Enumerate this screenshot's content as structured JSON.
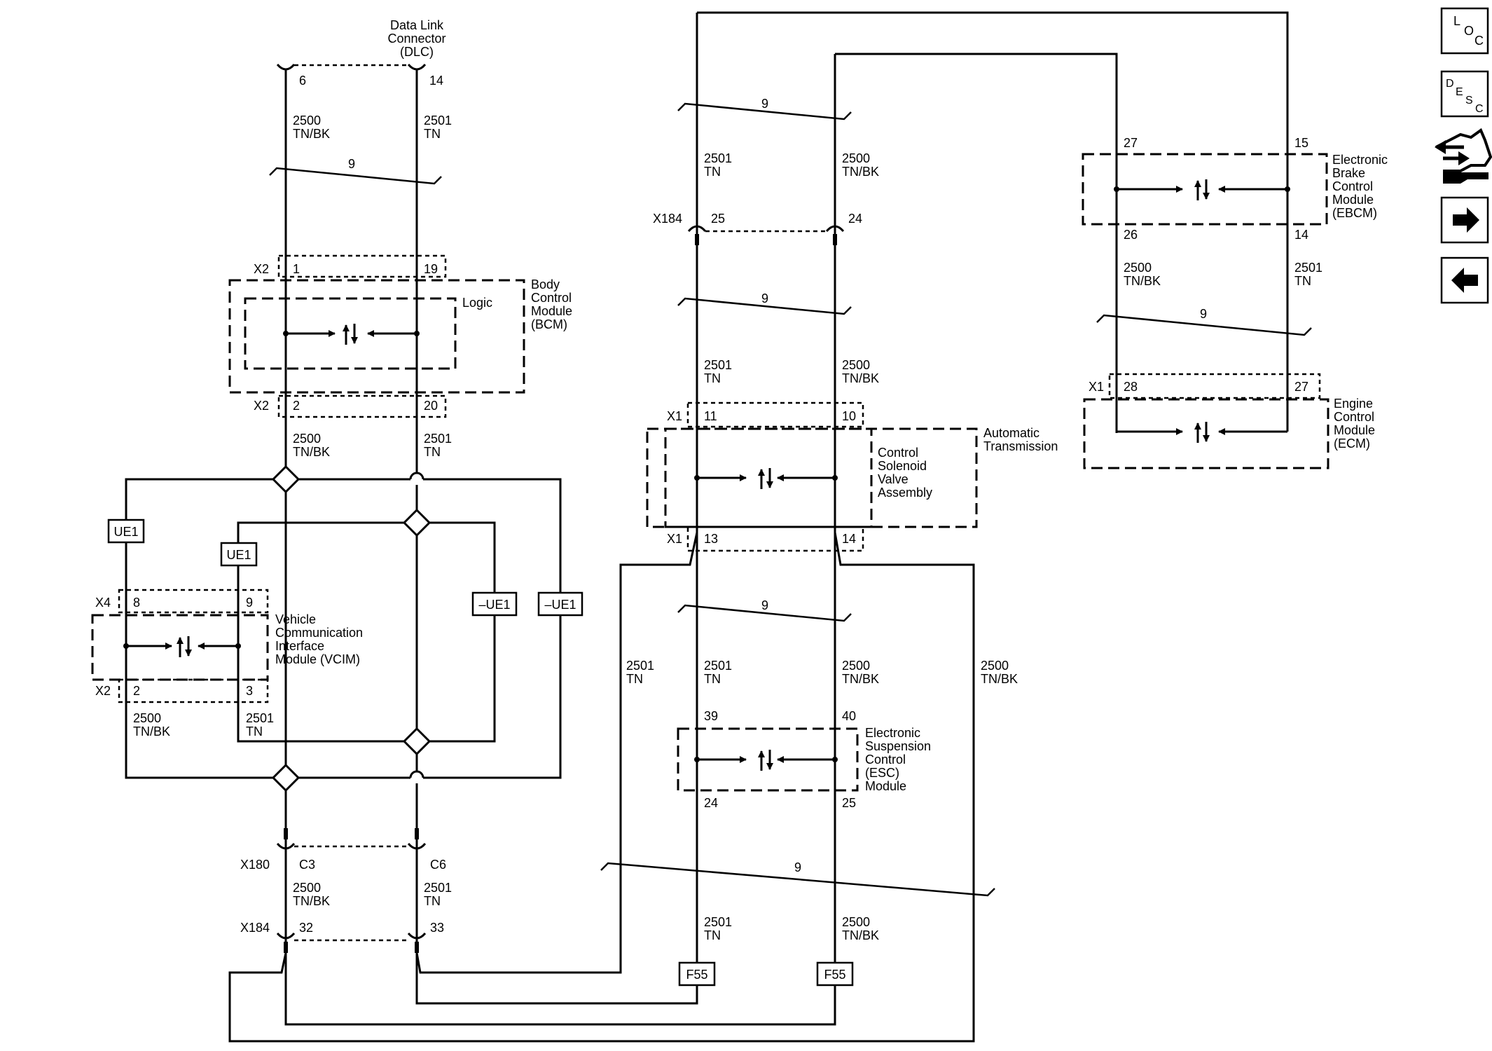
{
  "diagram": {
    "dlc": {
      "line1": "Data Link",
      "line2": "Connector",
      "line3": "(DLC)",
      "pin_left": "6",
      "pin_right": "14"
    },
    "twist": "9",
    "wire_2500": {
      "circuit": "2500",
      "color": "TN/BK"
    },
    "wire_2501": {
      "circuit": "2501",
      "color": "TN"
    },
    "bcm": {
      "conn_top": "X2",
      "conn_bottom": "X2",
      "pin_tl": "1",
      "pin_tr": "19",
      "pin_bl": "2",
      "pin_br": "20",
      "logic": "Logic",
      "name1": "Body",
      "name2": "Control",
      "name3": "Module",
      "name4": "(BCM)"
    },
    "splice_ue1": "UE1",
    "splice_neg_ue1": "–UE1",
    "vcim": {
      "conn_top": "X4",
      "conn_bottom": "X2",
      "pin_tl": "8",
      "pin_tr": "9",
      "pin_bl": "2",
      "pin_br": "3",
      "name1": "Vehicle",
      "name2": "Communication",
      "name3": "Interface",
      "name4": "Module (VCIM)"
    },
    "x180": {
      "conn": "X180",
      "pin_l": "C3",
      "pin_r": "C6"
    },
    "x184_bottom": {
      "conn": "X184",
      "pin_l": "32",
      "pin_r": "33"
    },
    "x184_top": {
      "conn": "X184",
      "pin_l": "25",
      "pin_r": "24"
    },
    "tcm": {
      "conn_top": "X1",
      "conn_bottom": "X1",
      "pin_tl": "11",
      "pin_tr": "10",
      "pin_bl": "13",
      "pin_br": "14",
      "outer1": "Automatic",
      "outer2": "Transmission",
      "inner1": "Control",
      "inner2": "Solenoid",
      "inner3": "Valve",
      "inner4": "Assembly"
    },
    "esc": {
      "pin_tl": "39",
      "pin_tr": "40",
      "pin_bl": "24",
      "pin_br": "25",
      "name1": "Electronic",
      "name2": "Suspension",
      "name3": "Control",
      "name4": "(ESC)",
      "name5": "Module"
    },
    "splice_f55": "F55",
    "ebcm": {
      "pin_tl": "27",
      "pin_tr": "15",
      "pin_bl": "26",
      "pin_br": "14",
      "name1": "Electronic",
      "name2": "Brake",
      "name3": "Control",
      "name4": "Module",
      "name5": "(EBCM)"
    },
    "ecm": {
      "conn": "X1",
      "pin_l": "28",
      "pin_r": "27",
      "name1": "Engine",
      "name2": "Control",
      "name3": "Module",
      "name4": "(ECM)"
    }
  },
  "nav": {
    "loc": {
      "l": "L",
      "o": "O",
      "c": "C"
    },
    "desc": {
      "d": "D",
      "e": "E",
      "s": "S",
      "c": "C"
    },
    "icons": [
      "connector-tool-icon",
      "arrow-right-icon",
      "arrow-left-icon"
    ]
  }
}
